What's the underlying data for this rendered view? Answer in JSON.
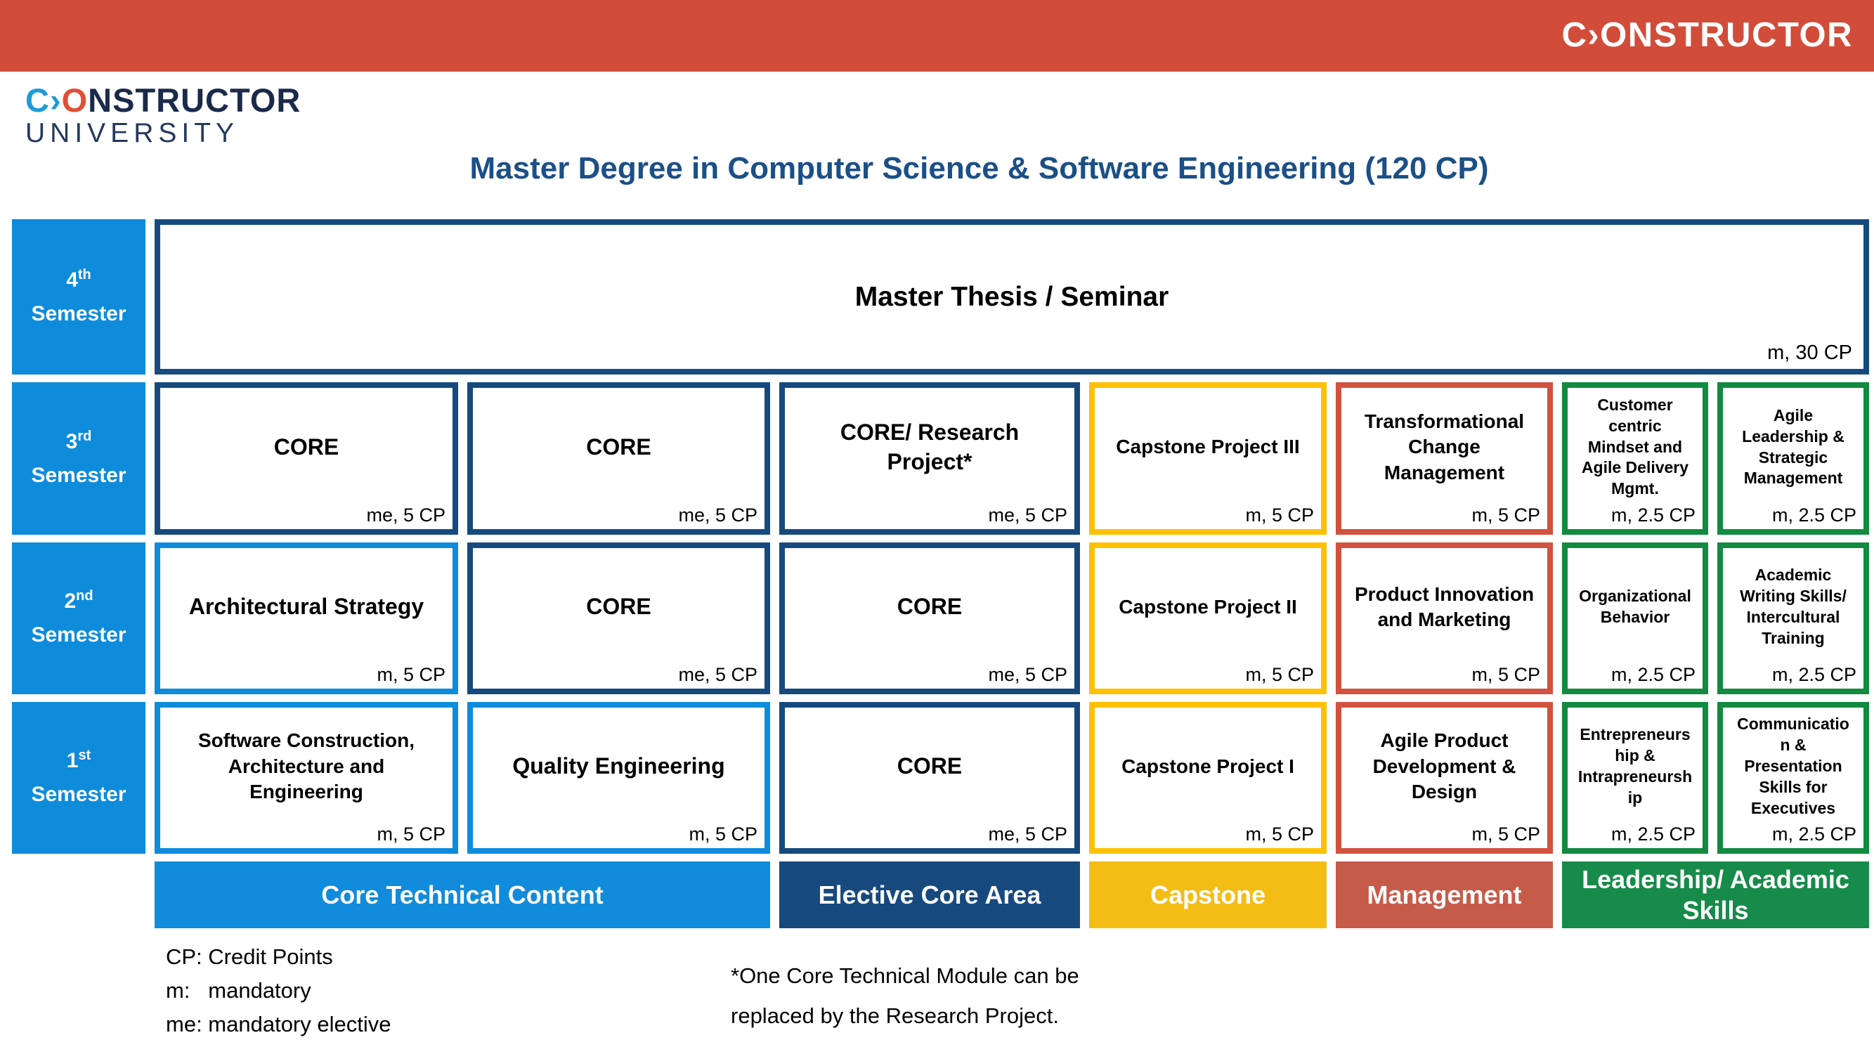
{
  "palette": {
    "banner_red": "#d14c39",
    "light_blue": "#0e8bdb",
    "navy": "#164a7e",
    "yellow": "#ffc000",
    "module_red": "#d0523f",
    "green": "#128a40",
    "title_blue": "#1b4f87"
  },
  "banner": {
    "logo_text": "C›ONSTRUCTOR"
  },
  "uni_logo": {
    "part_c": "C",
    "part_chevron": "›",
    "part_o": "O",
    "part_rest": "NSTRUCTOR",
    "line2": "UNIVERSITY"
  },
  "title": "Master Degree in Computer Science & Software Engineering (120 CP)",
  "semesters": [
    {
      "num": "4",
      "suffix": "th",
      "word": "Semester"
    },
    {
      "num": "3",
      "suffix": "rd",
      "word": "Semester"
    },
    {
      "num": "2",
      "suffix": "nd",
      "word": "Semester"
    },
    {
      "num": "1",
      "suffix": "st",
      "word": "Semester"
    }
  ],
  "thesis": {
    "title": "Master Thesis / Seminar",
    "credit": "m, 30 CP"
  },
  "module_rows": [
    [
      {
        "title": "CORE",
        "credit": "me, 5 CP",
        "style": "navy",
        "size": "lg"
      },
      {
        "title": "CORE",
        "credit": "me, 5 CP",
        "style": "navy",
        "size": "lg"
      },
      {
        "title": "CORE/ Research Project*",
        "credit": "me, 5 CP",
        "style": "navy",
        "size": "lg"
      },
      {
        "title": "Capstone Project III",
        "credit": "m, 5 CP",
        "style": "yellow",
        "size": "md"
      },
      {
        "title": "Transformational Change Management",
        "credit": "m, 5 CP",
        "style": "red",
        "size": "md"
      },
      {
        "title": "Customer centric Mindset and Agile Delivery Mgmt.",
        "credit": "m, 2.5 CP",
        "style": "green",
        "size": "sm"
      },
      {
        "title": "Agile Leadership & Strategic Management",
        "credit": "m, 2.5 CP",
        "style": "green",
        "size": "sm"
      }
    ],
    [
      {
        "title": "Architectural Strategy",
        "credit": "m, 5 CP",
        "style": "lightblue",
        "size": "lg"
      },
      {
        "title": "CORE",
        "credit": "me, 5 CP",
        "style": "navy",
        "size": "lg"
      },
      {
        "title": "CORE",
        "credit": "me, 5 CP",
        "style": "navy",
        "size": "lg"
      },
      {
        "title": "Capstone Project II",
        "credit": "m, 5 CP",
        "style": "yellow",
        "size": "md"
      },
      {
        "title": "Product Innovation and Marketing",
        "credit": "m, 5 CP",
        "style": "red",
        "size": "md"
      },
      {
        "title": "Organizational Behavior",
        "credit": "m, 2.5 CP",
        "style": "green",
        "size": "sm"
      },
      {
        "title": "Academic Writing Skills/ Intercultural Training",
        "credit": "m, 2.5 CP",
        "style": "green",
        "size": "sm"
      }
    ],
    [
      {
        "title": "Software Construction, Architecture and Engineering",
        "credit": "m, 5 CP",
        "style": "lightblue",
        "size": "md"
      },
      {
        "title": "Quality Engineering",
        "credit": "m, 5 CP",
        "style": "lightblue",
        "size": "lg"
      },
      {
        "title": "CORE",
        "credit": "me, 5 CP",
        "style": "navy",
        "size": "lg"
      },
      {
        "title": "Capstone Project I",
        "credit": "m, 5 CP",
        "style": "yellow",
        "size": "md"
      },
      {
        "title": "Agile Product Development & Design",
        "credit": "m, 5 CP",
        "style": "red",
        "size": "md"
      },
      {
        "title": "Entrepreneurship & Intrapreneurship",
        "credit": "m, 2.5 CP",
        "style": "green",
        "size": "sm"
      },
      {
        "title": "Communication & Presentation Skills for Executives",
        "credit": "m, 2.5 CP",
        "style": "green",
        "size": "sm"
      }
    ]
  ],
  "categories": [
    {
      "label": "Core Technical Content",
      "style": "lightblue",
      "span": 2
    },
    {
      "label": "Elective Core Area",
      "style": "navy",
      "span": 1
    },
    {
      "label": "Capstone",
      "style": "yellow",
      "span": 1
    },
    {
      "label": "Management",
      "style": "red",
      "span": 1
    },
    {
      "label": "Leadership/ Academic Skills",
      "style": "green",
      "span": 2
    }
  ],
  "legend": {
    "lines": [
      "CP: Credit Points",
      "m:   mandatory",
      "me: mandatory elective"
    ]
  },
  "footnote": {
    "lines": [
      "*One Core Technical Module can be",
      "replaced by the Research Project."
    ]
  }
}
